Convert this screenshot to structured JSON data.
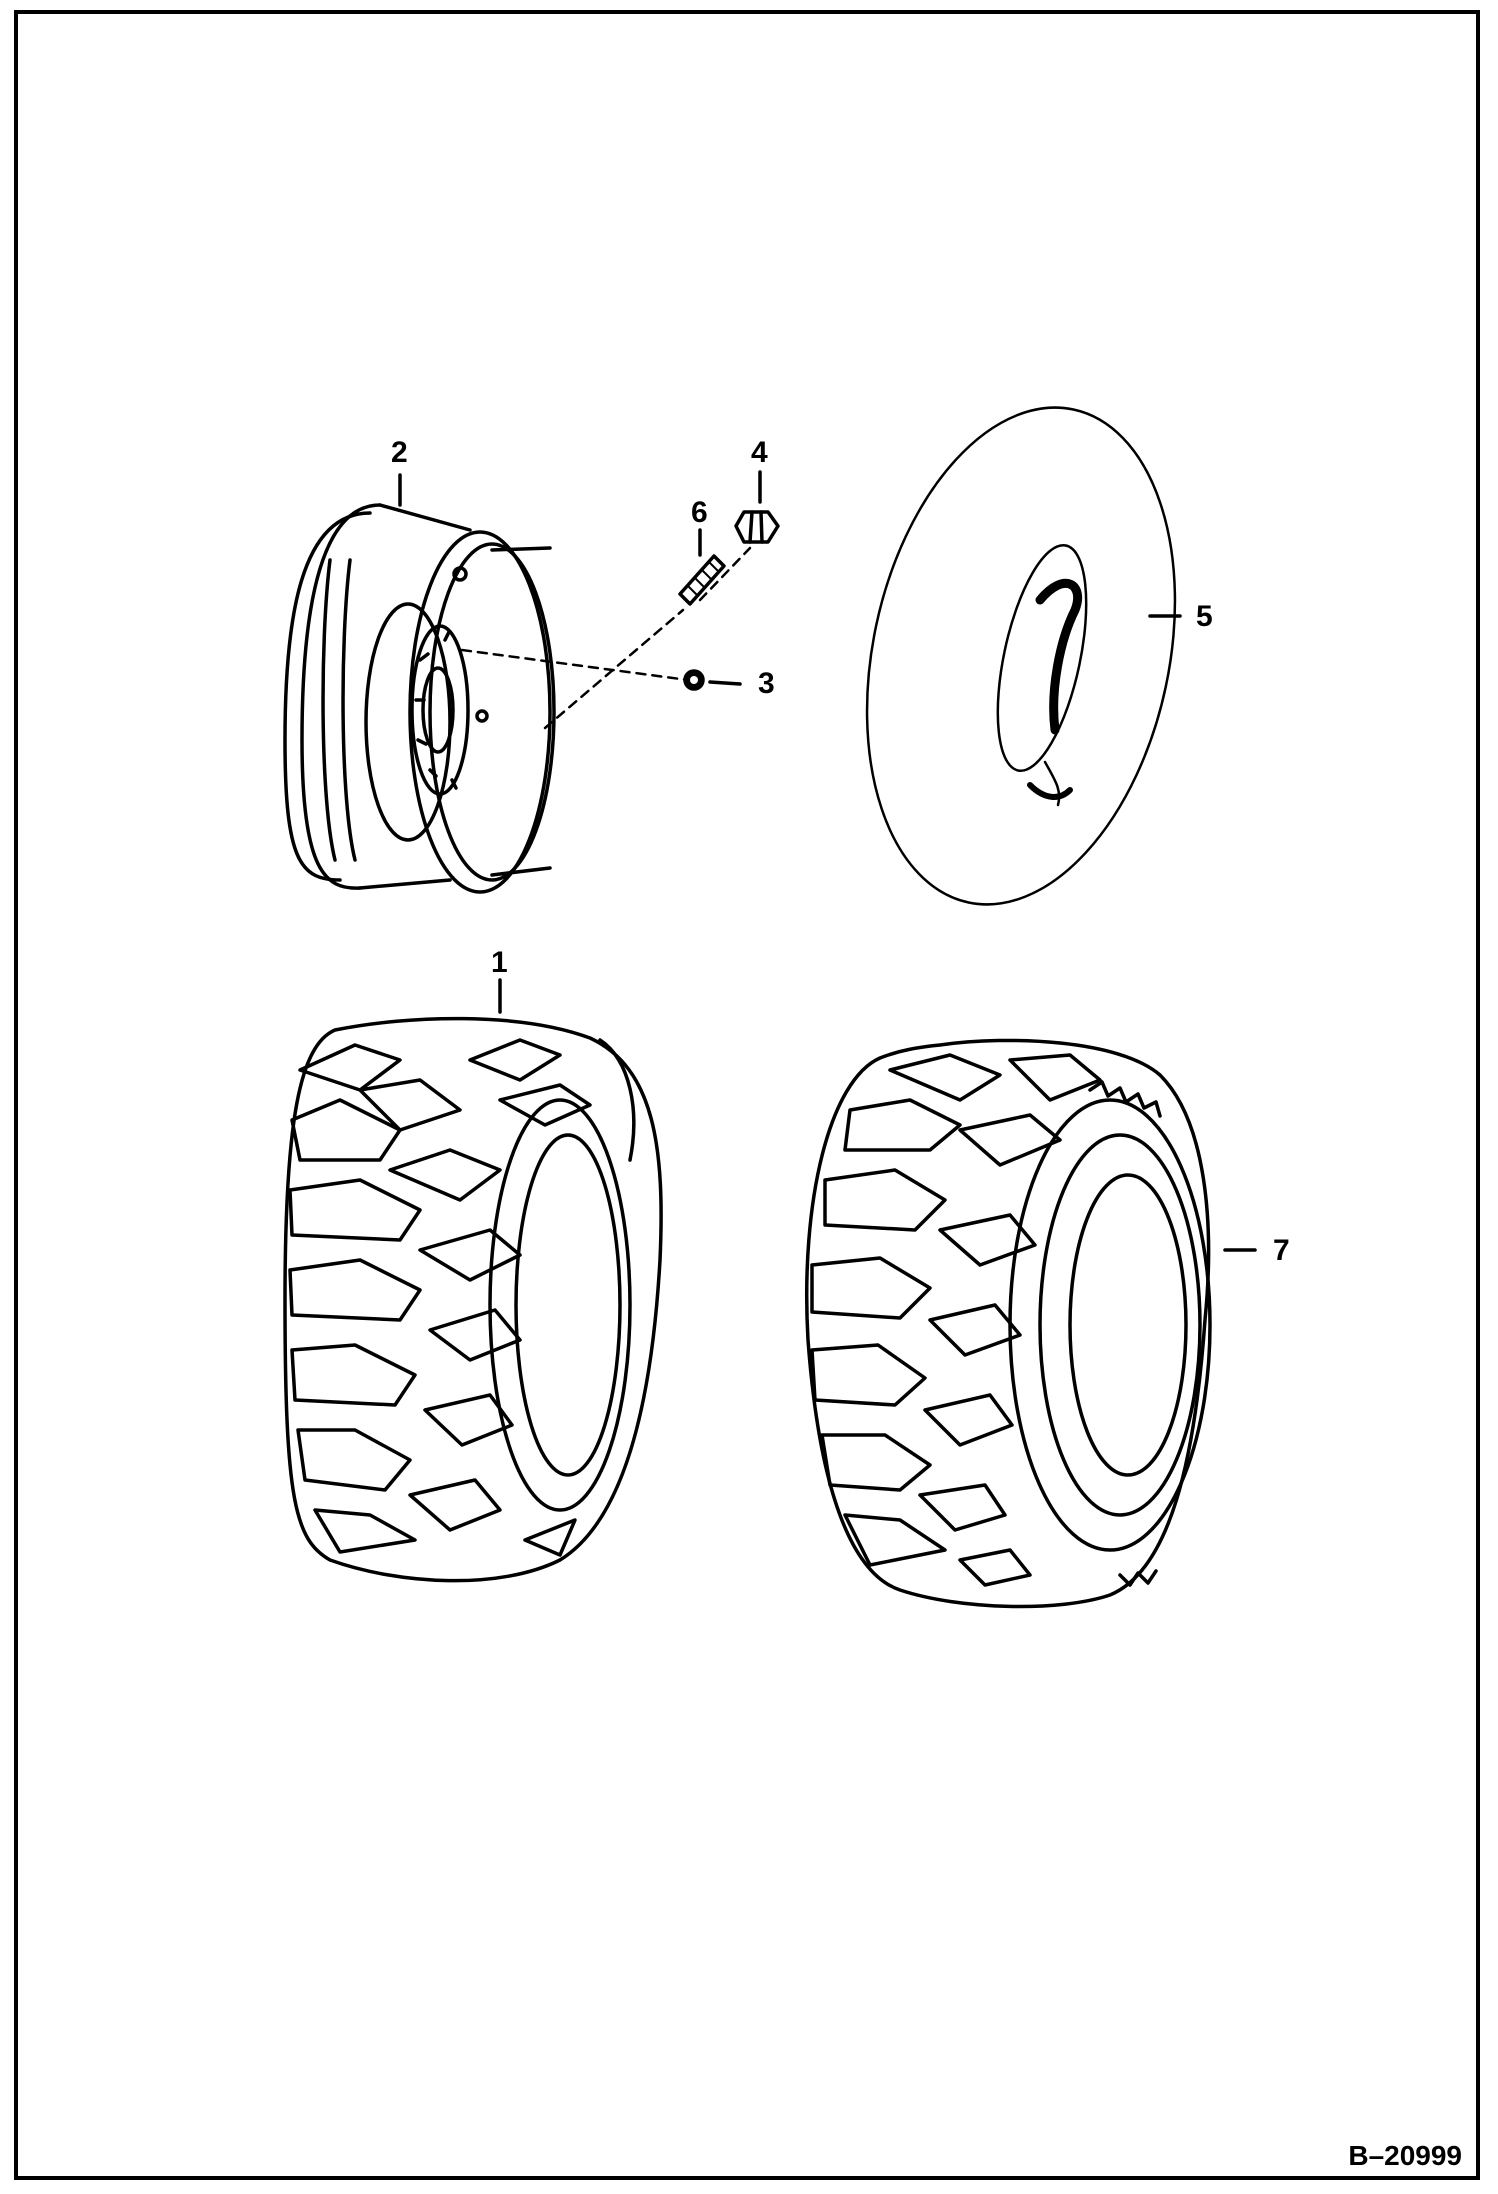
{
  "callouts": {
    "tire_1": "1",
    "wheel_2": "2",
    "nut_3": "3",
    "lug_nut_4": "4",
    "tube_5": "5",
    "stud_6": "6",
    "tire_7": "7"
  },
  "drawing_number": "B–20999"
}
